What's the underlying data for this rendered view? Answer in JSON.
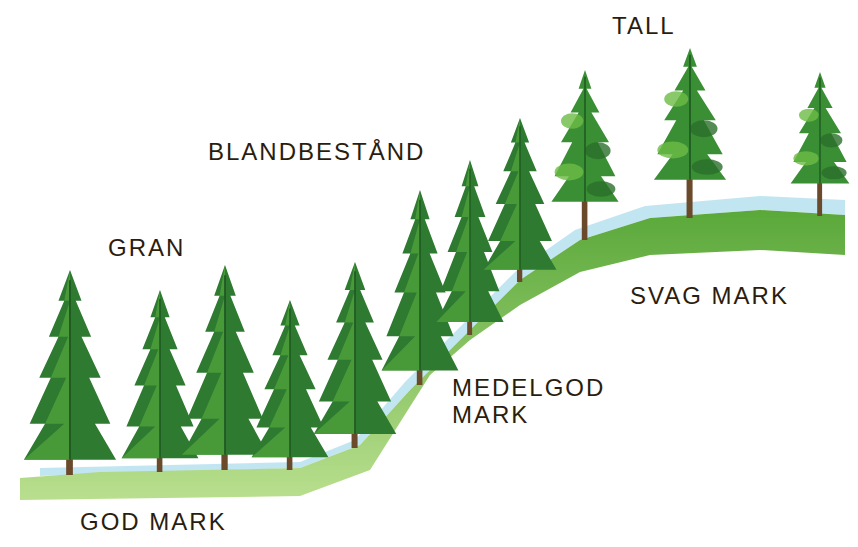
{
  "diagram": {
    "labels": [
      "TALL",
      "BLANDBESTÅND",
      "GRAN",
      "SVAG MARK",
      "MEDELGOD MARK",
      "GOD MARK"
    ]
  }
}
